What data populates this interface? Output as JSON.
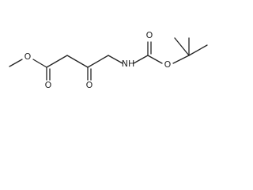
{
  "molecule": {
    "atom_labels": {
      "methoxy_oxygen": "O",
      "ester_carbonyl_oxygen": "O",
      "ketone_oxygen": "O",
      "amine": "NH",
      "carbamate_carbonyl_oxygen": "O",
      "carbamate_ether_oxygen": "O"
    }
  }
}
